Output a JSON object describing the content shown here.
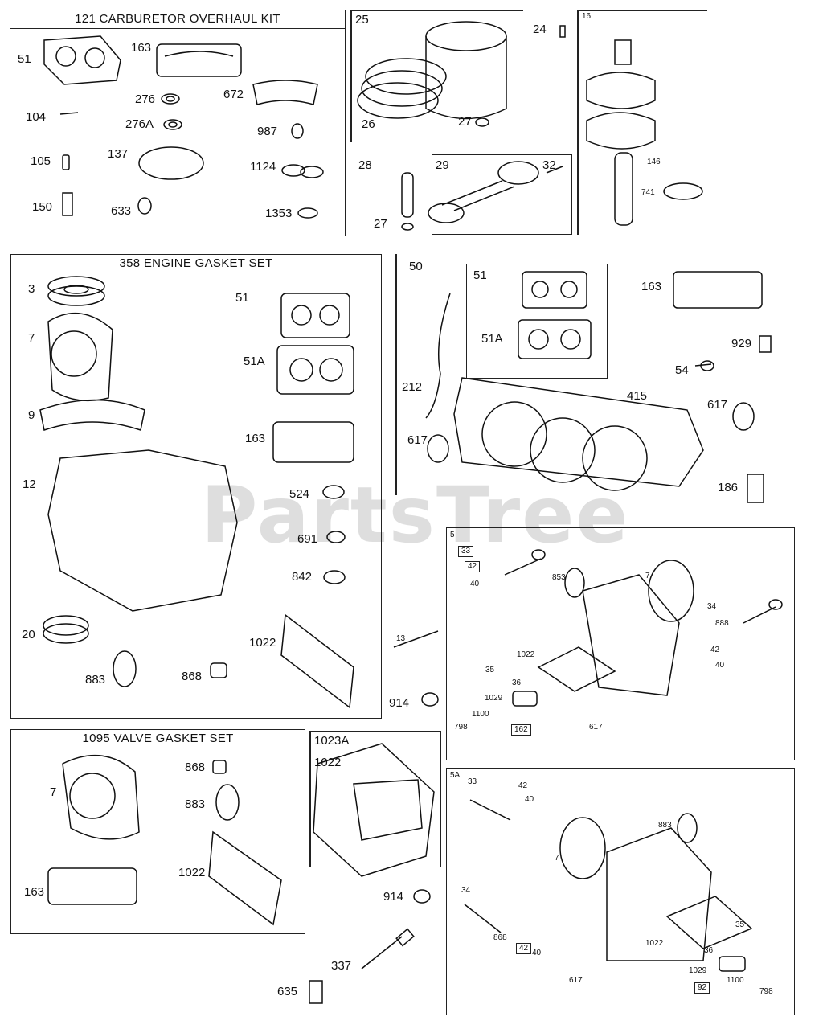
{
  "watermark": "PartsTree",
  "kits": {
    "carb": "121 CARBURETOR OVERHAUL KIT",
    "engine": "358 ENGINE GASKET SET",
    "valve": "1095 VALVE GASKET SET"
  },
  "carb_labels": [
    "51",
    "163",
    "276",
    "672",
    "104",
    "276A",
    "987",
    "105",
    "137",
    "1124",
    "150",
    "633",
    "1353"
  ],
  "piston_labels": [
    "25",
    "24",
    "26",
    "27",
    "28",
    "29",
    "32",
    "27"
  ],
  "crank_labels": [
    "16",
    "146",
    "741"
  ],
  "engine_labels": [
    "3",
    "51",
    "7",
    "51A",
    "9",
    "163",
    "12",
    "524",
    "691",
    "842",
    "20",
    "1022",
    "883",
    "868",
    "13",
    "914"
  ],
  "manifold_labels": [
    "50",
    "51",
    "163",
    "51A",
    "929",
    "54",
    "415",
    "212",
    "617",
    "617",
    "186"
  ],
  "head5_labels": [
    "5",
    "33",
    "42",
    "40",
    "853",
    "7",
    "34",
    "888",
    "42",
    "40",
    "1022",
    "35",
    "36",
    "1029",
    "1100",
    "798",
    "162",
    "617"
  ],
  "valve_labels": [
    "7",
    "868",
    "883",
    "163",
    "1022"
  ],
  "cover_labels": [
    "1023A",
    "1022",
    "914",
    "337",
    "635"
  ],
  "head5a_labels": [
    "5A",
    "33",
    "42",
    "40",
    "883",
    "7",
    "34",
    "868",
    "42",
    "40",
    "1022",
    "35",
    "36",
    "1029",
    "1100",
    "92",
    "798"
  ]
}
